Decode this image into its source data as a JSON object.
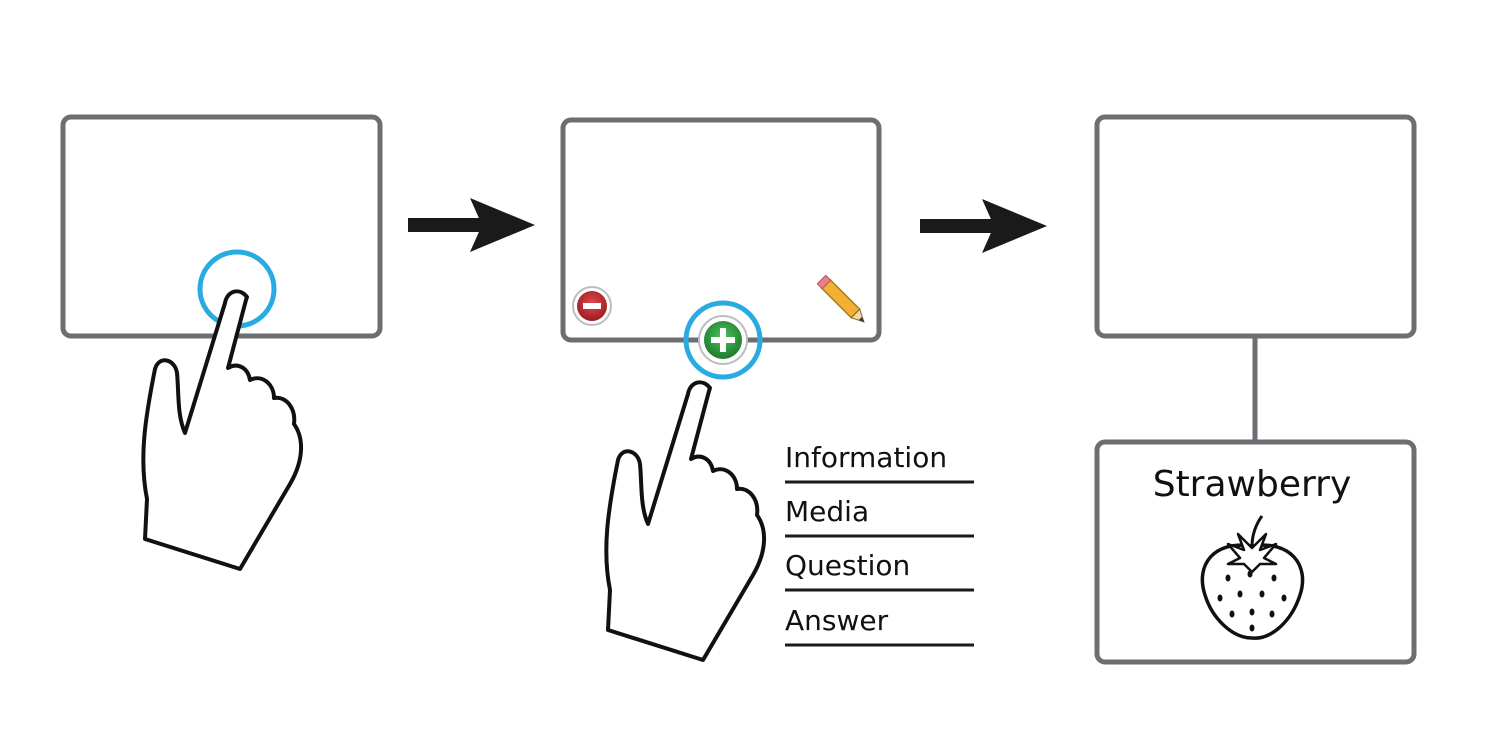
{
  "colors": {
    "card_border": "#6d6e71",
    "tap_ring": "#29abe2",
    "arrow": "#1a1a1a",
    "add_button": "#2e9b3e",
    "remove_button": "#c1272d",
    "pencil": "#f2b134"
  },
  "steps": [
    {
      "id": "step-1",
      "icon": "tap-hand-icon"
    },
    {
      "id": "step-2",
      "icons": [
        "remove-icon",
        "add-icon",
        "pencil-icon",
        "tap-hand-icon"
      ]
    },
    {
      "id": "step-3",
      "icon": "strawberry-icon"
    }
  ],
  "menu": {
    "items": [
      {
        "label": "Information"
      },
      {
        "label": "Media"
      },
      {
        "label": "Question"
      },
      {
        "label": "Answer"
      }
    ]
  },
  "child_node": {
    "title": "Strawberry",
    "icon": "strawberry-icon"
  }
}
